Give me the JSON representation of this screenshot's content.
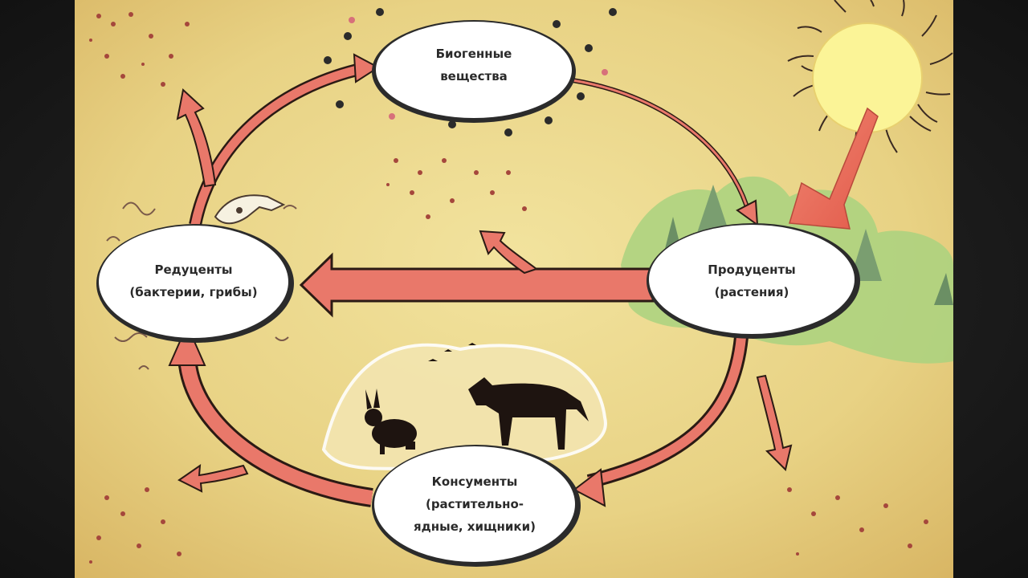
{
  "nodes": {
    "biogenic": {
      "lines": [
        "Биогенные",
        "вещества"
      ]
    },
    "producers": {
      "lines": [
        "Продуценты",
        "(растения)"
      ]
    },
    "consumers": {
      "lines": [
        "Консументы",
        "(растительно-",
        "ядные, хищники)"
      ]
    },
    "reducers": {
      "lines": [
        "Редуценты",
        "(бактерии, грибы)"
      ]
    }
  },
  "icons": {
    "sun": "sun-icon",
    "trees": "trees-icon",
    "hare": "hare-icon",
    "wolf": "wolf-icon",
    "skull": "animal-skull-icon",
    "particles": "nutrient-particles-icon"
  },
  "colors": {
    "background": "#e9d488",
    "arrow_fill": "#e9786a",
    "arrow_edge": "#2b1a14",
    "node_fill": "#ffffff",
    "sun": "#fbf497",
    "foliage": "#a9d27f"
  }
}
